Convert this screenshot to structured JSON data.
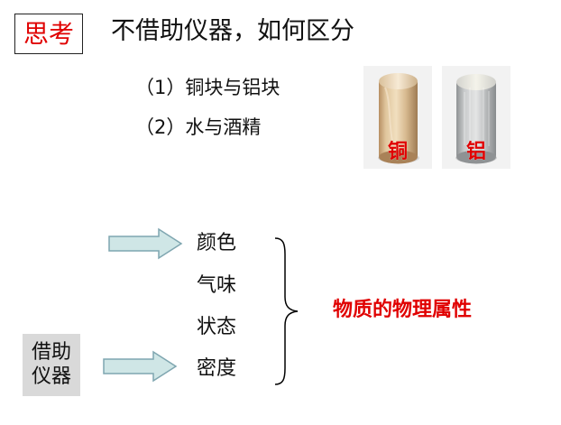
{
  "header": {
    "think_label": "思考",
    "question": "不借助仪器，如何区分"
  },
  "questions": [
    "（1）铜块与铝块",
    "（2）水与酒精"
  ],
  "samples": [
    {
      "label": "铜"
    },
    {
      "label": "铝"
    }
  ],
  "properties": [
    "颜色",
    "气味",
    "状态",
    "密度"
  ],
  "summary": {
    "physical_property": "物质的物理属性"
  },
  "tool": {
    "line1": "借助",
    "line2": "仪器"
  },
  "colors": {
    "accent_red": "#e00000",
    "arrow_fill": "#cfe6e6",
    "arrow_stroke": "#7fa6b0",
    "tool_bg": "#d9d9d9"
  }
}
